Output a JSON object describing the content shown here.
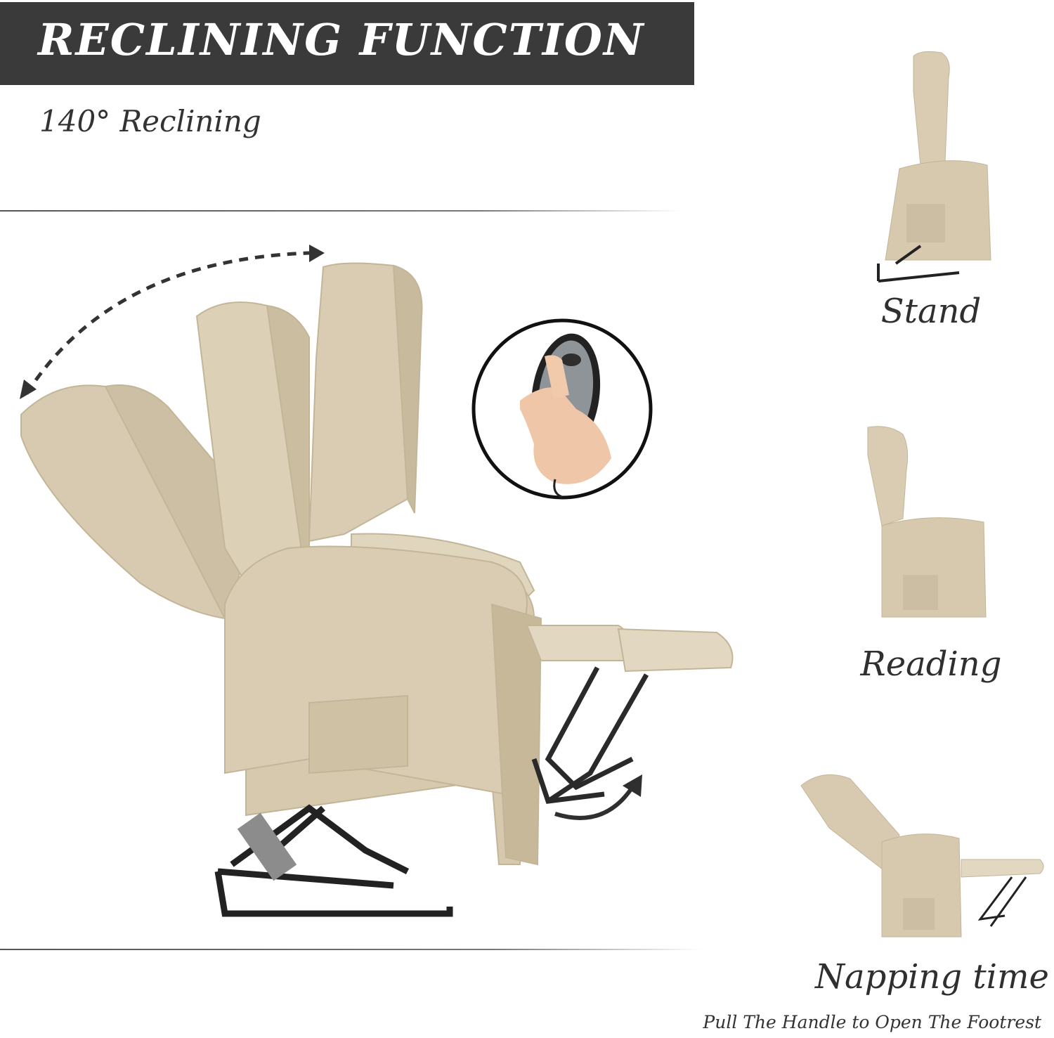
{
  "header": {
    "title": "RECLINING FUNCTION",
    "subtitle": "140° Reclining"
  },
  "modes": [
    {
      "label": "Stand"
    },
    {
      "label": "Reading"
    },
    {
      "label": "Napping time"
    }
  ],
  "footnote": "Pull The Handle to Open The Footrest",
  "colors": {
    "banner": "#3a3a3a",
    "fabric": "#d9ccb2",
    "fabric_shade": "#c7b899",
    "metal": "#2a2a2a"
  },
  "icons": {
    "remote": "remote-control-icon",
    "recline_arrow": "dashed-curved-arrow-icon",
    "footrest_arrow": "curved-arrow-icon"
  }
}
